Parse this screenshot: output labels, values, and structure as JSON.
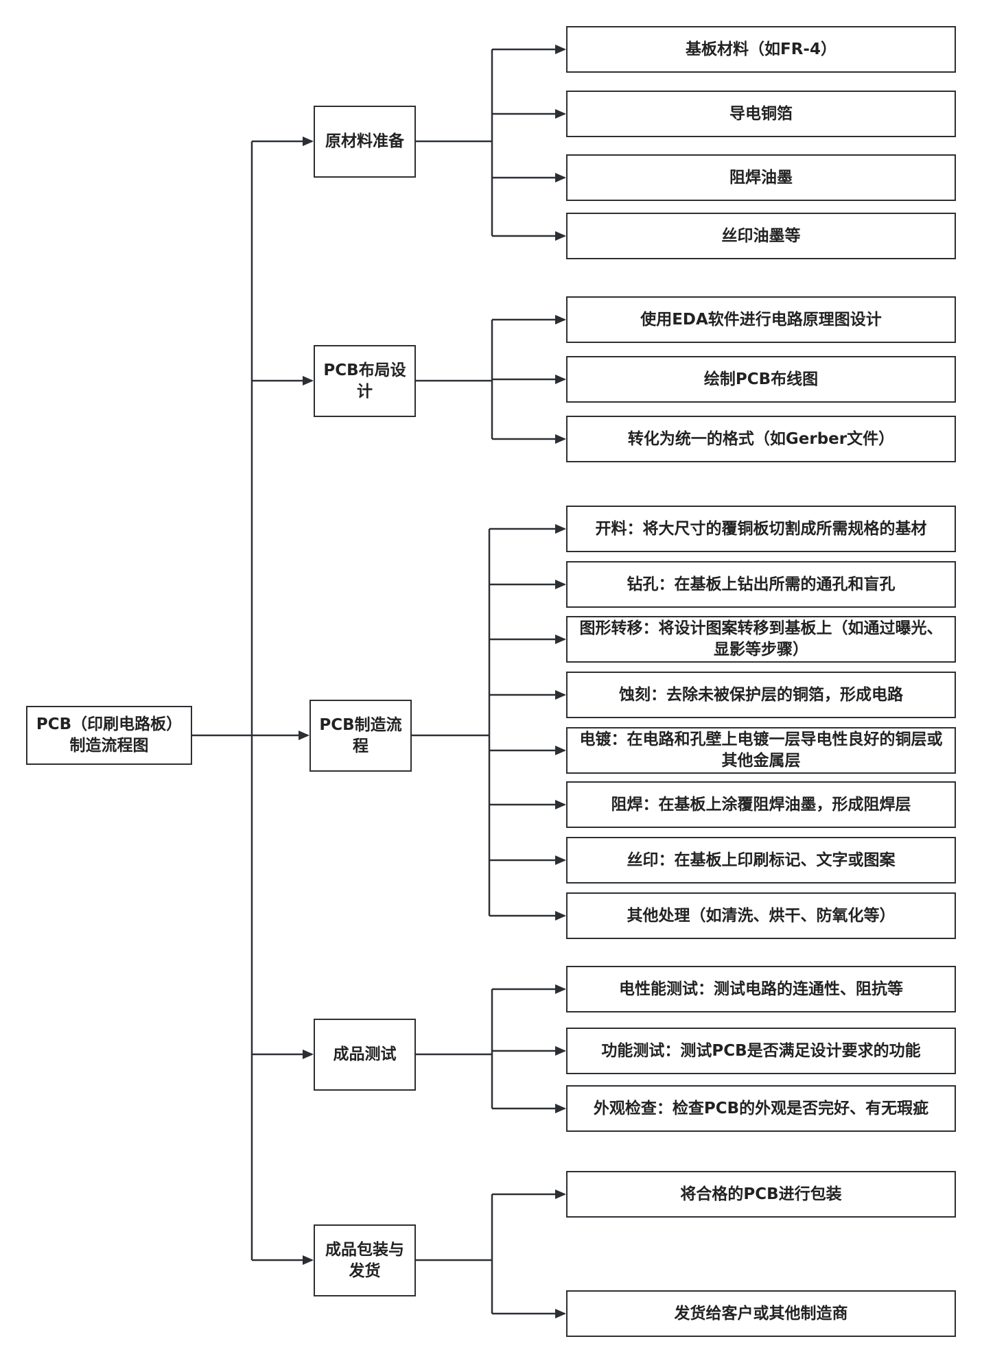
{
  "root": {
    "label": "PCB（印刷电路板）制造流程图"
  },
  "stages": [
    {
      "label": "原材料准备",
      "items": [
        "基板材料（如FR-4）",
        "导电铜箔",
        "阻焊油墨",
        "丝印油墨等"
      ]
    },
    {
      "label": "PCB布局设计",
      "items": [
        "使用EDA软件进行电路原理图设计",
        "绘制PCB布线图",
        "转化为统一的格式（如Gerber文件）"
      ]
    },
    {
      "label": "PCB制造流程",
      "items": [
        "开料：将大尺寸的覆铜板切割成所需规格的基材",
        "钻孔：在基板上钻出所需的通孔和盲孔",
        "图形转移：将设计图案转移到基板上（如通过曝光、显影等步骤）",
        "蚀刻：去除未被保护层的铜箔，形成电路",
        "电镀：在电路和孔壁上电镀一层导电性良好的铜层或其他金属层",
        "阻焊：在基板上涂覆阻焊油墨，形成阻焊层",
        "丝印：在基板上印刷标记、文字或图案",
        "其他处理（如清洗、烘干、防氧化等）"
      ]
    },
    {
      "label": "成品测试",
      "items": [
        "电性能测试：测试电路的连通性、阻抗等",
        "功能测试：测试PCB是否满足设计要求的功能",
        "外观检查：检查PCB的外观是否完好、有无瑕疵"
      ]
    },
    {
      "label": "成品包装与发货",
      "items": [
        "将合格的PCB进行包装",
        "发货给客户或其他制造商"
      ]
    }
  ],
  "colors": {
    "line": "#2b2f33"
  }
}
